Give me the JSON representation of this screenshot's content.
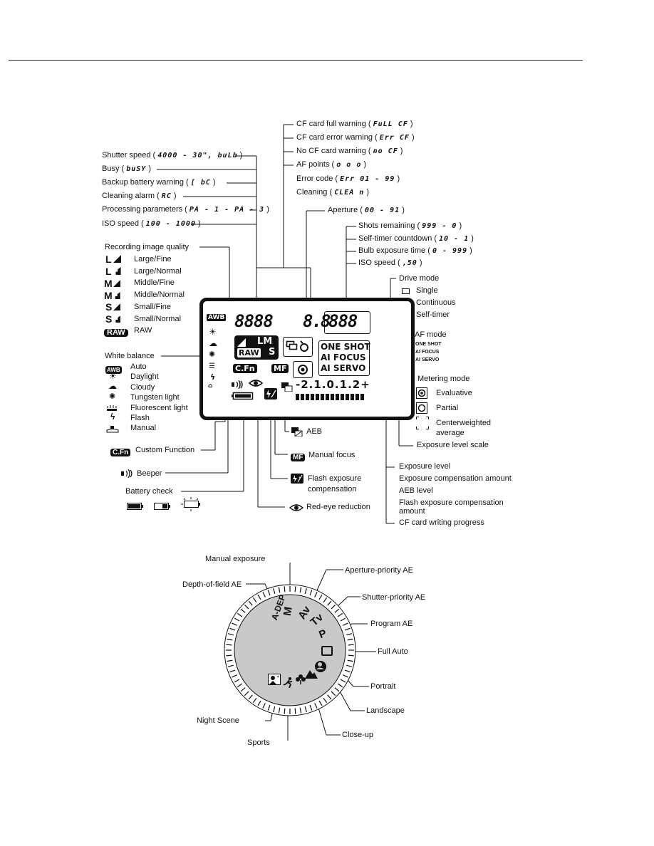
{
  "left_labels": {
    "shutter_speed_pre": "Shutter speed (",
    "shutter_speed_code": "4000 - 30\", buLb",
    "shutter_speed_post": ")",
    "busy_pre": "Busy (",
    "busy_code": "buSY",
    "busy_post": ")",
    "backup_pre": "Backup battery warning (",
    "backup_code": "[ bC",
    "backup_post": ")",
    "cleaning_pre": "Cleaning alarm (",
    "cleaning_code": "RC",
    "cleaning_post": ")",
    "processing_pre": "Processing parameters (",
    "processing_code": "PA - 1 - PA - 3",
    "processing_post": ")",
    "iso_pre": "ISO speed (",
    "iso_code": "100 - 1000",
    "iso_post": ")"
  },
  "top_labels": {
    "cf_full_pre": "CF card full warning (",
    "cf_full_code": "FuLL CF",
    "cf_full_post": ")",
    "cf_error_pre": "CF card error warning (",
    "cf_error_code": "Err CF",
    "cf_error_post": ")",
    "no_cf_pre": "No CF card warning (",
    "no_cf_code": "no CF",
    "no_cf_post": ")",
    "af_points_pre": "AF points (",
    "af_points_code": "o o o",
    "af_points_post": ")",
    "error_code_pre": "Error code (",
    "error_code_code": "Err 01 - 99",
    "error_code_post": ")",
    "cleaning_pre": "Cleaning (",
    "cleaning_code": "CLEA n",
    "cleaning_post": ")",
    "aperture_pre": "Aperture (",
    "aperture_code": "00 - 91",
    "aperture_post": ")"
  },
  "right_labels": {
    "shots_pre": "Shots remaining (",
    "shots_code": "999 - 0",
    "shots_post": ")",
    "selftimer_pre": "Self-timer countdown (",
    "selftimer_code": "10 - 1",
    "selftimer_post": ")",
    "bulb_pre": "Bulb exposure time (",
    "bulb_code": "0 - 999",
    "bulb_post": ")",
    "iso_pre": "ISO speed (",
    "iso_code": ",50",
    "iso_post": ")"
  },
  "drive_mode": {
    "title": "Drive mode",
    "items": [
      "Single",
      "Continuous",
      "Self-timer"
    ]
  },
  "af_mode": {
    "title": "AF mode",
    "items": [
      "ONE SHOT",
      "AI FOCUS",
      "AI SERVO"
    ]
  },
  "metering": {
    "title": "Metering mode",
    "items": [
      "Evaluative",
      "Partial",
      "Centerweighted",
      "average"
    ]
  },
  "exposure_scale": "Exposure level scale",
  "exposure_level": {
    "items": [
      "Exposure level",
      "Exposure compensation amount",
      "AEB level",
      "Flash exposure compensation",
      "amount",
      "CF card writing progress"
    ]
  },
  "recording_quality": {
    "title": "Recording image quality",
    "items": [
      "Large/Fine",
      "Large/Normal",
      "Middle/Fine",
      "Middle/Normal",
      "Small/Fine",
      "Small/Normal",
      "RAW"
    ],
    "letters": [
      "L",
      "L",
      "M",
      "M",
      "S",
      "S"
    ],
    "raw_badge": "RAW"
  },
  "white_balance": {
    "title": "White balance",
    "items": [
      "Auto",
      "Daylight",
      "Cloudy",
      "Tungsten light",
      "Fluorescent light",
      "Flash",
      "Manual"
    ],
    "awb_badge": "AWB"
  },
  "bottom_labels": {
    "custom_function": "Custom Function",
    "cfn_badge": "C.Fn",
    "beeper": "Beeper",
    "battery_check": "Battery check",
    "aeb": "AEB",
    "manual_focus": "Manual focus",
    "mf_badge": "MF",
    "flash_comp_1": "Flash exposure",
    "flash_comp_2": "compensation",
    "red_eye": "Red-eye reduction"
  },
  "lcd": {
    "awb": "AWB",
    "shutter": "8888",
    "aperture": "8.8",
    "shots": "888",
    "quality_lm": "LM",
    "raw": "RAW",
    "s": "S",
    "one_shot": "ONE SHOT",
    "ai_focus": "AI FOCUS",
    "ai_servo": "AI SERVO",
    "cfn": "C.Fn",
    "mf": "MF",
    "scale": "-2.1.0.1.2+"
  },
  "dial_labels": {
    "manual_exposure": "Manual exposure",
    "depth_of_field": "Depth-of-field AE",
    "aperture_priority": "Aperture-priority AE",
    "shutter_priority": "Shutter-priority AE",
    "program": "Program AE",
    "full_auto": "Full Auto",
    "portrait": "Portrait",
    "landscape": "Landscape",
    "closeup": "Close-up",
    "night_scene": "Night Scene",
    "sports": "Sports"
  },
  "dial_marks": {
    "adep": "A-DEP",
    "m": "M",
    "av": "Av",
    "tv": "Tv",
    "p": "P"
  }
}
